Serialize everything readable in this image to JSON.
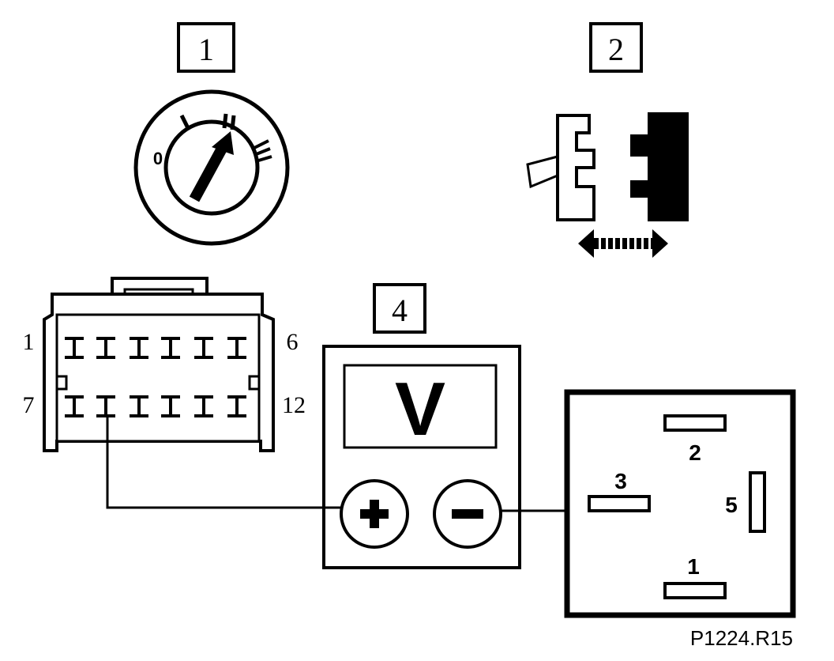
{
  "step_labels": {
    "step1": "1",
    "step2": "2",
    "step4": "4"
  },
  "ignition": {
    "positions": [
      "0",
      "I",
      "II",
      "III"
    ]
  },
  "connector": {
    "pin_label_top_left": "1",
    "pin_label_top_right": "6",
    "pin_label_bottom_left": "7",
    "pin_label_bottom_right": "12"
  },
  "voltmeter": {
    "display": "V",
    "plus_symbol": "+",
    "minus_symbol": "−"
  },
  "relay": {
    "terminals": [
      "1",
      "2",
      "3",
      "5"
    ]
  },
  "reference": "P1224.R15",
  "colors": {
    "ink": "#000000",
    "paper": "#ffffff"
  }
}
